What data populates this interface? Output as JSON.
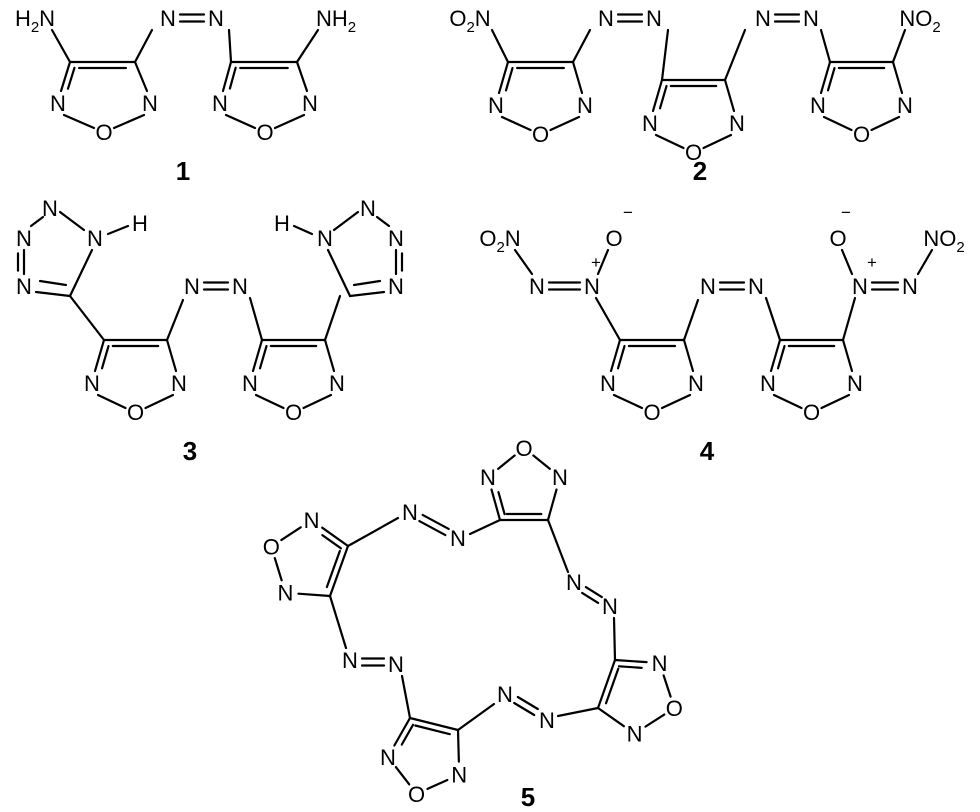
{
  "compounds": [
    {
      "id": "1",
      "name_label": "1"
    },
    {
      "id": "2",
      "name_label": "2"
    },
    {
      "id": "3",
      "name_label": "3"
    },
    {
      "id": "4",
      "name_label": "4"
    },
    {
      "id": "5",
      "name_label": "5"
    }
  ],
  "atoms": {
    "nitrogen": "N",
    "oxygen": "O",
    "hydrogen": "H",
    "h2": "H",
    "two": "2",
    "plus": "+",
    "minus": "−"
  },
  "colors": {
    "ink": "#000000",
    "background": "#ffffff"
  }
}
